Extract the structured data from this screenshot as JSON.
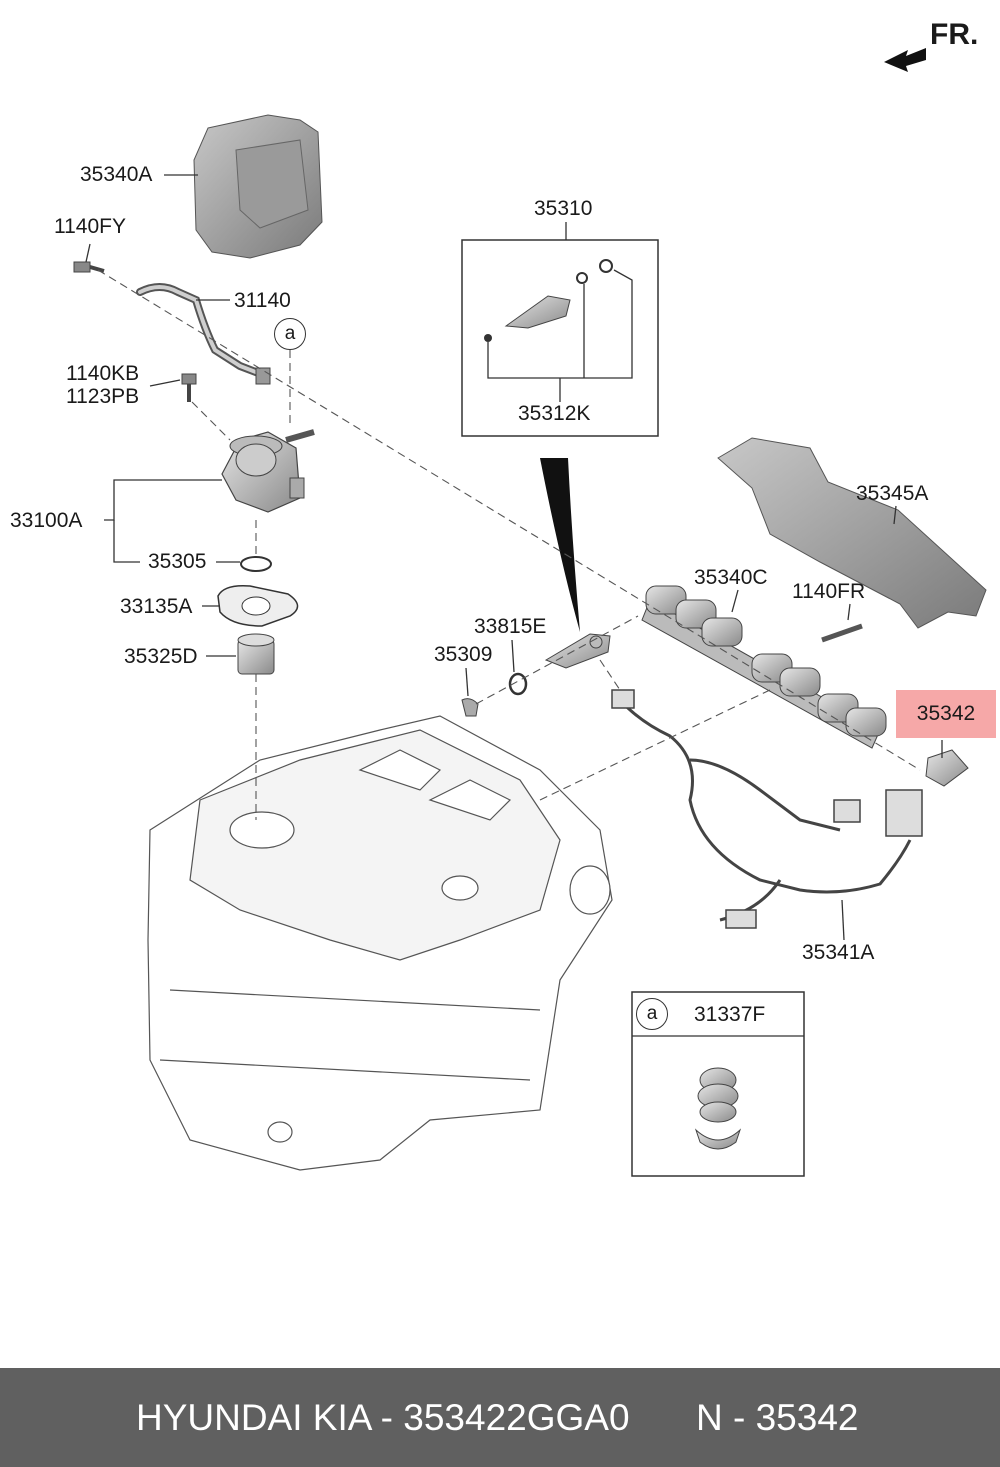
{
  "direction_label": "FR.",
  "labels": {
    "l35340A": "35340A",
    "l1140FY": "1140FY",
    "l31140": "31140",
    "la_marker": "a",
    "l1140KB": "1140KB",
    "l1123PB": "1123PB",
    "l33100A": "33100A",
    "l35305": "35305",
    "l33135A": "33135A",
    "l35325D": "35325D",
    "l35310": "35310",
    "l35312K": "35312K",
    "l35345A": "35345A",
    "l35340C": "35340C",
    "l1140FR": "1140FR",
    "l33815E": "33815E",
    "l35309": "35309",
    "l35342": "35342",
    "l35341A": "35341A",
    "inset_marker": "a",
    "l31337F": "31337F"
  },
  "highlight": {
    "label": "35342",
    "color": "#f6a8a8"
  },
  "footer": {
    "part_text": "HYUNDAI  KIA - 353422GGA0",
    "ref_text": "N - 35342",
    "background": "#606060"
  }
}
